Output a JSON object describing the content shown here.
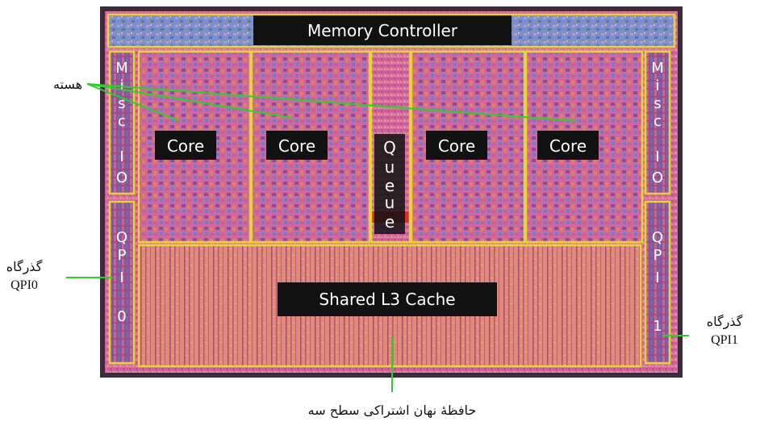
{
  "die": {
    "memory_controller": "Memory Controller",
    "core_labels": [
      "Core",
      "Core",
      "Core",
      "Core"
    ],
    "queue_letters": [
      "Q",
      "u",
      "e",
      "u",
      "e"
    ],
    "misc_io_left_letters": [
      "M",
      "i",
      "s",
      "c",
      "I",
      "O"
    ],
    "misc_io_right_letters": [
      "M",
      "i",
      "s",
      "c",
      "I",
      "O"
    ],
    "qpi_left_letters": [
      "Q",
      "P",
      "I",
      "0"
    ],
    "qpi_right_letters": [
      "Q",
      "P",
      "I",
      "1"
    ],
    "shared_cache": "Shared L3 Cache"
  },
  "annotations": {
    "cores": "هسته",
    "qpi0_line1": "گذرگاه",
    "qpi0_line2": "QPI0",
    "qpi1_line1": "گذرگاه",
    "qpi1_line2": "QPI1",
    "l3_cache": "حافظهٔ نهان اشتراکی سطح سه"
  },
  "colors": {
    "frame": "#e8d23a",
    "leader_line": "#2bd12b",
    "label_box": "#111111",
    "die_pink": "#d86aa0",
    "die_violet": "#9a4fa6",
    "die_orange": "#e0824a",
    "die_blue": "#5a88c8",
    "queue_red": "#d3322c"
  }
}
